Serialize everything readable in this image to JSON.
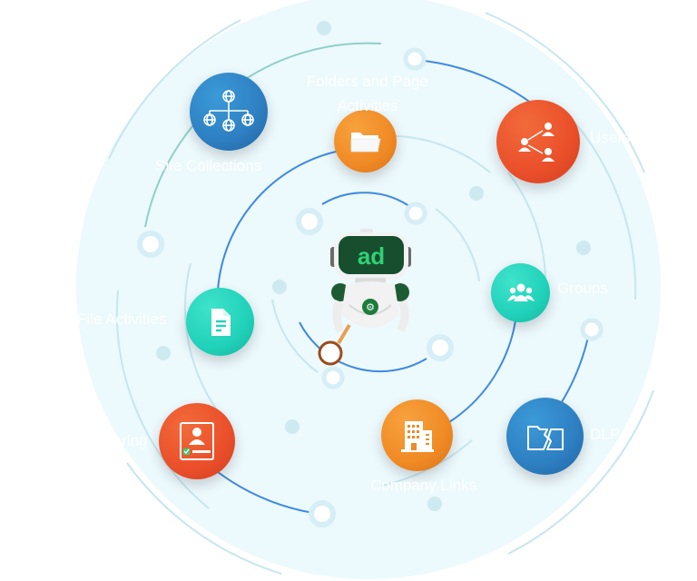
{
  "labels": {
    "folders_line1": "Folders and Page",
    "folders_line2": "Activities",
    "site_collections": "Site Collections",
    "users": "Users",
    "groups": "Groups",
    "file_activities": "File Activities",
    "sharing": "Sharing",
    "company_links": "Company Links",
    "dlp": "DLP"
  },
  "robot": {
    "visor_text": "ad"
  },
  "colors": {
    "blue": "#2e7fc1",
    "orange": "#f08a24",
    "red": "#ea4f2a",
    "teal": "#21d1b9",
    "green": "#1d7c3c"
  },
  "icons": {
    "site_collections": "network-globe-icon",
    "folders": "folder-icon",
    "users": "user-share-icon",
    "groups": "group-icon",
    "file_activities": "document-icon",
    "sharing": "id-card-icon",
    "company_links": "building-icon",
    "dlp": "broken-folder-icon"
  }
}
